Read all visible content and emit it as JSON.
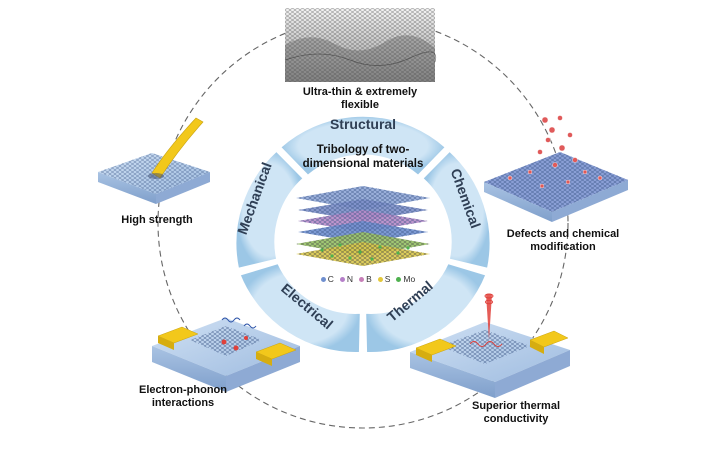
{
  "center": {
    "title_line1": "Tribology of two-",
    "title_line2": "dimensional materials"
  },
  "ring_labels": {
    "structural": "Structural",
    "chemical": "Chemical",
    "thermal": "Thermal",
    "electrical": "Electrical",
    "mechanical": "Mechanical"
  },
  "elements": [
    {
      "symbol": "C",
      "color": "#6f8fcf"
    },
    {
      "symbol": "N",
      "color": "#b57fc9"
    },
    {
      "symbol": "B",
      "color": "#c77fb8"
    },
    {
      "symbol": "S",
      "color": "#e3c83b"
    },
    {
      "symbol": "Mo",
      "color": "#4fb14f"
    }
  ],
  "captions": {
    "top": "Ultra-thin & extremely flexible",
    "left": "High strength",
    "right_line1": "Defects and chemical",
    "right_line2": "modification",
    "bottom_left_line1": "Electron-phonon",
    "bottom_left_line2": "interactions",
    "bottom_right_line1": "Superior thermal",
    "bottom_right_line2": "conductivity"
  },
  "colors": {
    "ring_fill": "#d9ebf7",
    "ring_edge": "#a9cfea",
    "ring_text": "#2f3f55",
    "dashed_circle": "#666666",
    "gold_electrode": "#f2c81b",
    "substrate": "#b9cfe8"
  }
}
